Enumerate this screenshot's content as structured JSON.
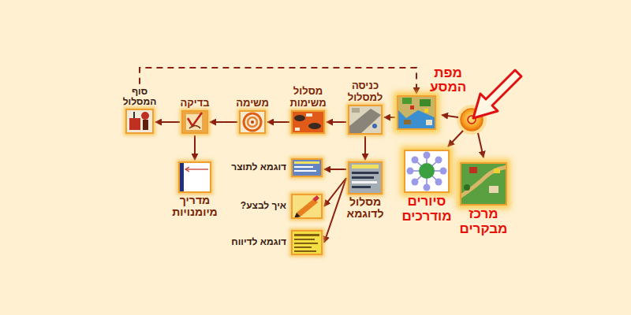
{
  "diagram": {
    "nodes": [
      {
        "text": [
          "מפת המסע"
        ]
      },
      {
        "text": [
          "כניסה למסלול"
        ]
      },
      {
        "text": [
          "מסלול משימות"
        ]
      },
      {
        "text": [
          "משימה"
        ]
      },
      {
        "text": [
          "בדיקה"
        ]
      },
      {
        "text": [
          "סוף המסלול"
        ]
      },
      {
        "text": [
          "מדריך מיומנויות"
        ]
      },
      {
        "text": [
          "מסלול לדוגמא"
        ]
      },
      {
        "text": [
          "דוגמא לתוצר"
        ]
      },
      {
        "text": [
          "איך לבצע?"
        ]
      },
      {
        "text": [
          "דוגמא לדיווח"
        ]
      },
      {
        "text": [
          "סיורים מודרכים"
        ]
      },
      {
        "text": [
          "מרכז מבקרים"
        ]
      }
    ],
    "edges": [
      {
        "from": 0,
        "to": 1,
        "arrow": "to"
      },
      {
        "from": 1,
        "to": 2,
        "arrow": "to"
      },
      {
        "from": 2,
        "to": 3,
        "arrow": "to"
      },
      {
        "from": 3,
        "to": 4,
        "arrow": "to"
      },
      {
        "from": 4,
        "to": 5,
        "arrow": "to"
      },
      {
        "from": 4,
        "to": 6,
        "arrow": "to"
      },
      {
        "from": 1,
        "to": 7,
        "arrow": "to"
      },
      {
        "from": 7,
        "to": 8,
        "arrow": "to"
      },
      {
        "from": 7,
        "to": 9,
        "arrow": "to"
      },
      {
        "from": 7,
        "to": 10,
        "arrow": "to"
      },
      {
        "from": 5,
        "to": 0,
        "arrow": "to"
      }
    ]
  }
}
